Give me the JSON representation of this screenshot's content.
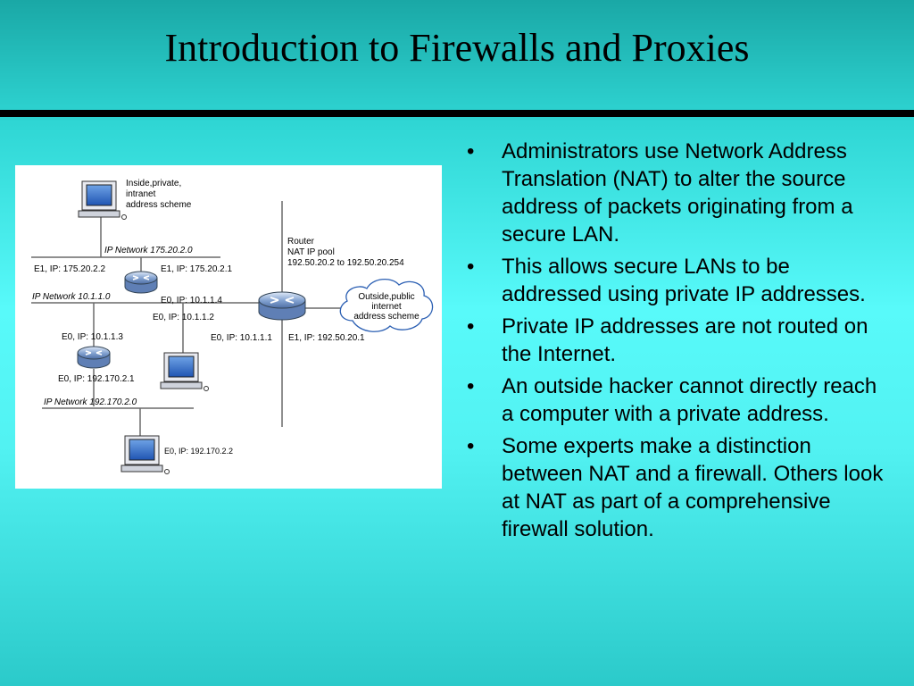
{
  "slide": {
    "title": "Introduction to Firewalls and Proxies"
  },
  "diagram": {
    "inside_label": [
      "Inside,private,",
      "intranet",
      "address scheme"
    ],
    "network_175": "IP Network 175.20.2.0",
    "e1_175_2_2": "E1, IP: 175.20.2.2",
    "e1_175_2_1": "E1, IP: 175.20.2.1",
    "network_10": "IP Network 10.1.1.0",
    "e0_10_1_1_4": "E0, IP: 10.1.1.4",
    "e0_10_1_1_2": "E0, IP: 10.1.1.2",
    "router_label": [
      "Router",
      "NAT IP pool",
      "192.50.20.2 to 192.50.20.254"
    ],
    "cloud_label": [
      "Outside,public",
      "internet",
      "address scheme"
    ],
    "e0_10_1_1_3": "E0, IP: 10.1.1.3",
    "e0_10_1_1_1": "E0, IP: 10.1.1.1",
    "e1_192_50": "E1, IP: 192.50.20.1",
    "e0_192_170_2_1": "E0, IP: 192.170.2.1",
    "network_192": "IP Network 192.170.2.0",
    "e0_192_170_2_2": "E0, IP: 192.170.2.2"
  },
  "bullets": [
    {
      "marker": "•",
      "text": "Administrators use Network Address Translation (NAT) to alter the source address of packets originating from a secure LAN."
    },
    {
      "marker": "•",
      "text": "This allows secure LANs to be addressed using private IP addresses."
    },
    {
      "marker": "•",
      "text": "Private IP addresses are not routed on the Internet."
    },
    {
      "marker": "•",
      "text": "An outside hacker cannot directly reach a computer with a private address."
    },
    {
      "marker": "•",
      "text": "Some experts make a distinction between NAT and a firewall. Others look at NAT as part of a comprehensive firewall solution."
    }
  ]
}
